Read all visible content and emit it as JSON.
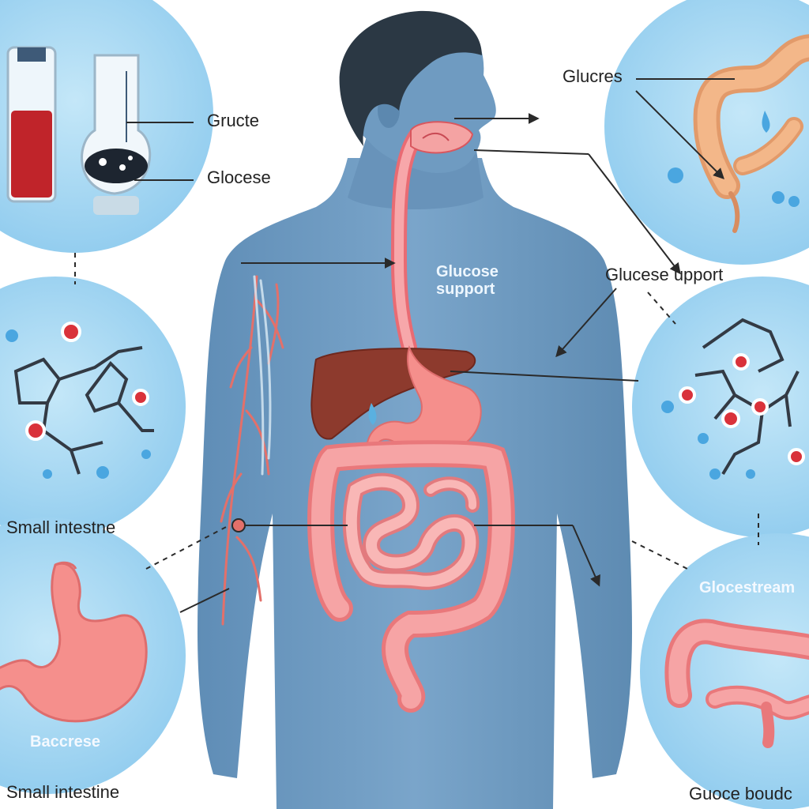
{
  "labels": {
    "gructe": "Gructe",
    "glocese": "Glocese",
    "glucres": "Glucres",
    "glucose_support": "Glucose support",
    "glucese_upport": "Glucese upport",
    "small_intestine_mid": "Small intestne",
    "small_intestine_bottom": "Small intestine",
    "baccrese": "Baccrese",
    "glocestream": "Glocestream",
    "guoce_boudc": "Guoce boudc"
  },
  "colors": {
    "circle_fill": "#a9d9f3",
    "body_fill": "#6d9ac0",
    "hair": "#2b3844",
    "intestine": "#f39a97",
    "liver": "#8d3a2d",
    "blood": "#c0242a",
    "connector": "#2a2a2a"
  },
  "icons": {
    "test_tubes": "test-tubes-icon",
    "molecule": "molecule-icon",
    "stomach": "stomach-icon",
    "colon": "colon-icon"
  }
}
